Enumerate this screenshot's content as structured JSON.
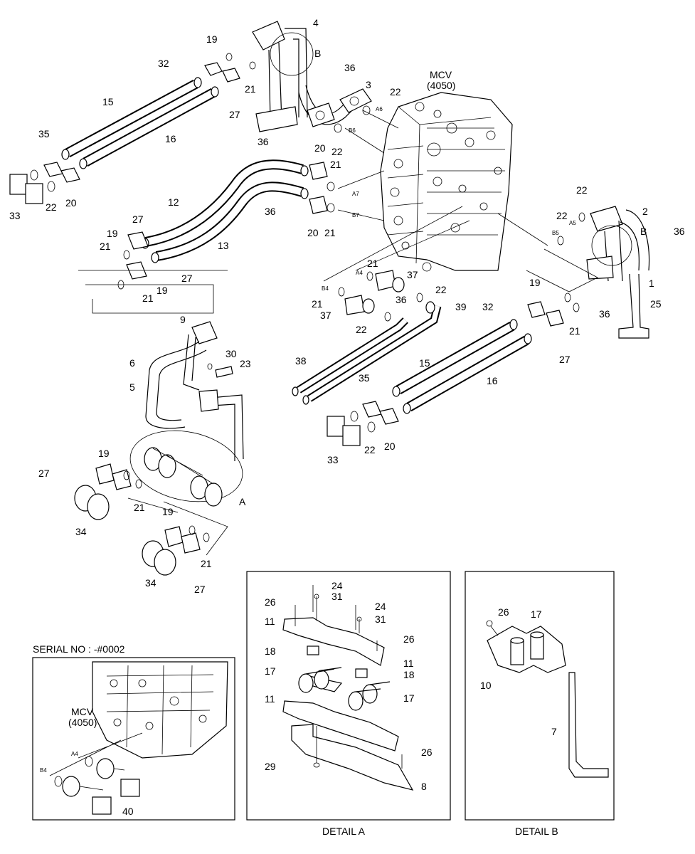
{
  "main": {
    "mcv_label": "MCV",
    "mcv_code": "(4050)",
    "detail_marker_a": "A",
    "detail_marker_b": "B",
    "port_labels": [
      "A6",
      "B6",
      "A7",
      "B7",
      "A5",
      "B5",
      "A4",
      "B4"
    ],
    "callouts": [
      "4",
      "19",
      "32",
      "21",
      "36",
      "3",
      "22",
      "15",
      "27",
      "35",
      "16",
      "36",
      "20",
      "22",
      "21",
      "33",
      "22",
      "20",
      "27",
      "12",
      "13",
      "36",
      "20",
      "21",
      "19",
      "21",
      "27",
      "21",
      "19",
      "22",
      "2",
      "22",
      "36",
      "1",
      "25",
      "21",
      "37",
      "21",
      "37",
      "36",
      "22",
      "22",
      "39",
      "19",
      "32",
      "21",
      "36",
      "27",
      "9",
      "30",
      "23",
      "6",
      "38",
      "15",
      "35",
      "16",
      "5",
      "33",
      "22",
      "20",
      "19",
      "27",
      "21",
      "34",
      "19",
      "21",
      "34",
      "27"
    ]
  },
  "inset": {
    "title": "SERIAL NO : -#0002",
    "mcv_label": "MCV",
    "mcv_code": "(4050)",
    "ports": [
      "A4",
      "B4"
    ],
    "callout": "40"
  },
  "detail_a": {
    "caption": "DETAIL  A",
    "callouts": [
      "24",
      "26",
      "31",
      "24",
      "11",
      "31",
      "26",
      "18",
      "11",
      "17",
      "18",
      "11",
      "17",
      "26",
      "29",
      "8"
    ]
  },
  "detail_b": {
    "caption": "DETAIL  B",
    "callouts": [
      "26",
      "17",
      "10",
      "7"
    ]
  }
}
